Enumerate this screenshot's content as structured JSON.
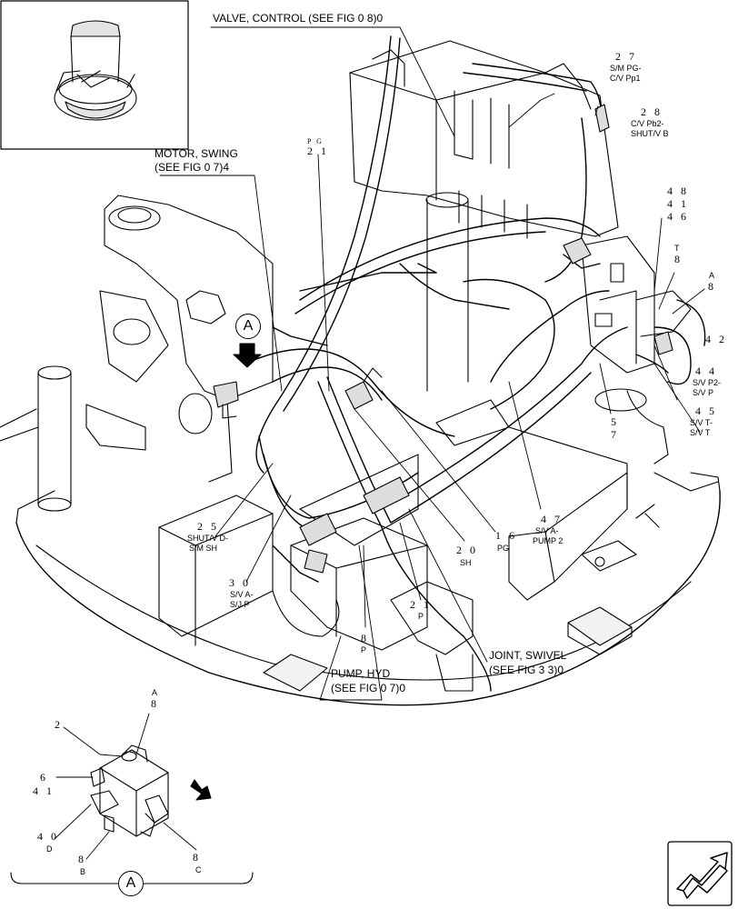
{
  "callouts": {
    "valve_control": "VALVE, CONTROL (SEE FIG 0 8)0",
    "motor_swing_line1": "MOTOR, SWING",
    "motor_swing_line2": "(SEE FIG 0 7)4",
    "pump_hyd_line1": "PUMP, HYD",
    "pump_hyd_line2": "(SEE FIG 0 7)0",
    "joint_swivel_line1": "JOINT, SWIVEL",
    "joint_swivel_line2": "(SEE FIG 3 3)0"
  },
  "parts": {
    "p27": {
      "num": "2 7",
      "l1": "S/M PG-",
      "l2": "C/V Pp1"
    },
    "p28": {
      "num": "2 8",
      "l1": "C/V Pb2-",
      "l2": "SHUT/V B"
    },
    "p21a": {
      "tag": "P G",
      "num": "2 1"
    },
    "p48": "4 8",
    "p41": "4 1",
    "p46": "4 6",
    "pT8": {
      "tag": "T",
      "num": "8"
    },
    "pA8": {
      "tag": "A",
      "num": "8"
    },
    "p42": "4 2",
    "p44": {
      "num": "4 4",
      "l1": "S/V P2-",
      "l2": "S/V P"
    },
    "p45": {
      "num": "4 5",
      "l1": "S/V T-",
      "l2": "S/V T"
    },
    "p57a": "5",
    "p57b": "7",
    "p47": {
      "num": "4 7",
      "l1": "S/V A-",
      "l2": "PUMP 2"
    },
    "p16": {
      "num": "1 6",
      "l1": "PG"
    },
    "p20": {
      "num": "2 0",
      "l1": "SH"
    },
    "p25": {
      "num": "2 5",
      "l1": "SHUT/V D-",
      "l2": "S/M SH"
    },
    "p30": {
      "num": "3 0",
      "l1": "S/V A-",
      "l2": "S/J P"
    },
    "p21b": {
      "num": "2 1",
      "l1": "P"
    },
    "p8p": {
      "num": "8",
      "l1": "P"
    }
  },
  "detail": {
    "marker": "A",
    "bottom_marker": "A",
    "pA": {
      "tag": "A",
      "num": "8"
    },
    "p2": "2",
    "p6": "6",
    "p41": "4 1",
    "p40": {
      "num": "4 0",
      "l1": "D"
    },
    "p8b": {
      "num": "8",
      "l1": "B"
    },
    "p8c": {
      "num": "8",
      "l1": "C"
    }
  },
  "icons": [
    "excavator-thumbnail",
    "view-direction-arrow",
    "next-page-arrow-icon"
  ]
}
